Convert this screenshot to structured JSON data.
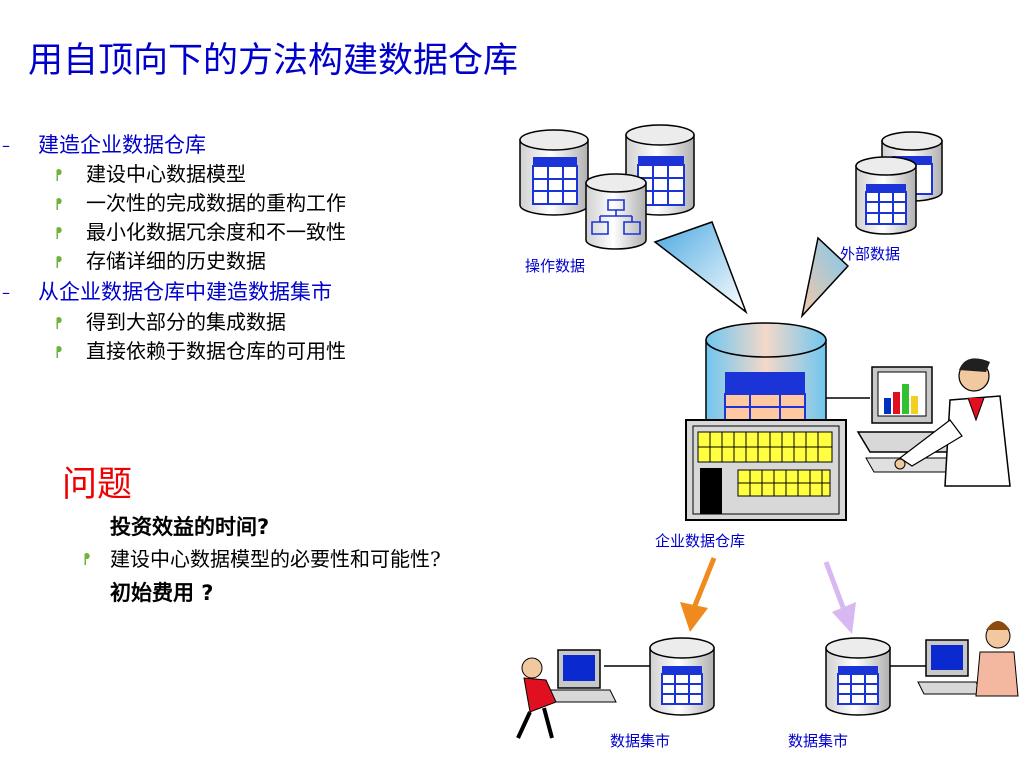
{
  "title": "用自顶向下的方法构建数据仓库",
  "sections": [
    {
      "heading": "建造企业数据仓库",
      "items": [
        "建设中心数据模型",
        "一次性的完成数据的重构工作",
        "最小化数据冗余度和不一致性",
        "存储详细的历史数据"
      ]
    },
    {
      "heading": "从企业数据仓库中建造数据集市",
      "items": [
        "得到大部分的集成数据",
        "直接依赖于数据仓库的可用性"
      ]
    }
  ],
  "questions": {
    "heading": "问题",
    "lines": [
      "投资效益的时间?",
      "建设中心数据模型的必要性和可能性?",
      "初始费用 ?"
    ]
  },
  "diagram": {
    "operational_data": "操作数据",
    "external_data": "外部数据",
    "enterprise_dw": "企业数据仓库",
    "data_mart_left": "数据集市",
    "data_mart_right": "数据集市"
  },
  "colors": {
    "title": "#0000cc",
    "heading": "#0000cc",
    "question_title": "#ee0000",
    "bullet": "#6fb33f",
    "arrow_orange": "#f08a1c",
    "arrow_lilac": "#d7b8f0"
  }
}
